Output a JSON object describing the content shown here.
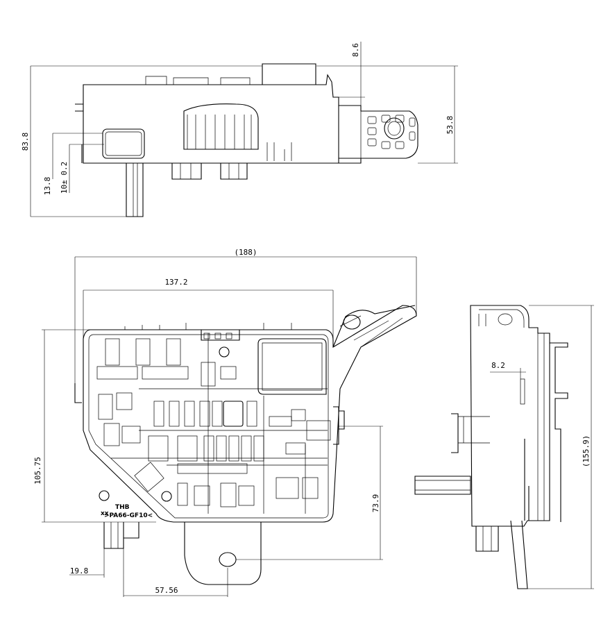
{
  "dimensions": {
    "top_height": "83.8",
    "top_tab": "8.6",
    "top_right_height": "53.8",
    "top_left_a": "13.8",
    "top_left_b": "10± 0.2",
    "overall_width": "(188)",
    "body_width": "137.2",
    "front_height": "105.75",
    "bracket_height": "73.9",
    "bottom_left": "19.8",
    "bottom_width": "57.56",
    "side_offset": "8.2",
    "side_height": "(155.9)"
  },
  "markings": {
    "label_line1": "THB",
    "label_line2": ">PA66-GF10<",
    "corner_mark": "xx"
  }
}
